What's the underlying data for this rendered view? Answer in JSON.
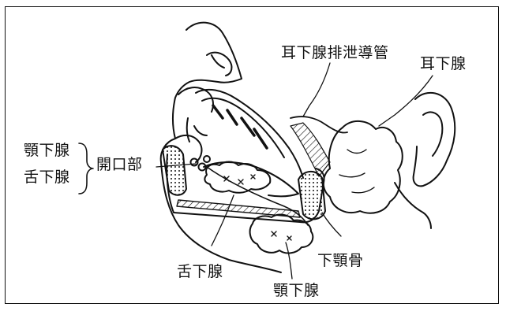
{
  "labels": {
    "duct": "耳下腺排泄導管",
    "parotid": "耳下腺",
    "submandibular_gland": "顎下腺",
    "sublingual_gland": "舌下腺",
    "openings": "開口部",
    "sublingual_bottom": "舌下腺",
    "mandible": "下顎骨",
    "submandibular_bottom": "顎下腺"
  }
}
